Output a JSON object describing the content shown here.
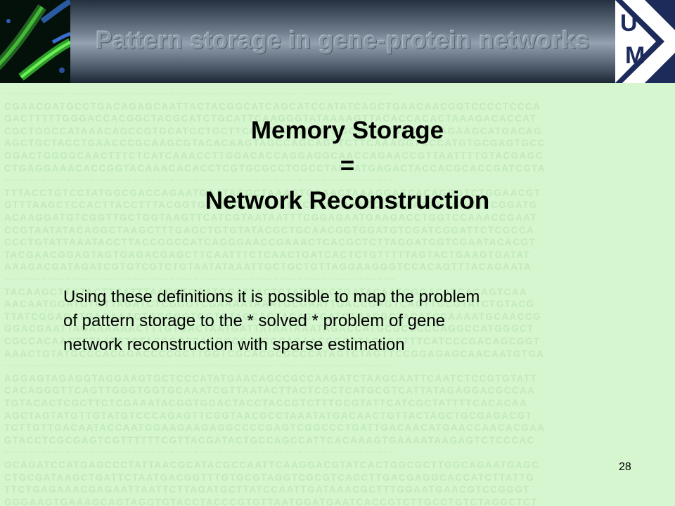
{
  "header": {
    "title": "Pattern storage in gene-protein networks",
    "logo": {
      "top": "U",
      "bottom": "M",
      "colors": {
        "primary": "#1c2b5a"
      }
    }
  },
  "main": {
    "heading_line1": "Memory Storage",
    "heading_line2": "=",
    "heading_line3": "Network Reconstruction",
    "paragraph_lines": [
      "Using these definitions it is possible to map the problem",
      "of pattern storage to the * solved * problem of gene",
      "network reconstruction with sparse estimation"
    ],
    "page_number": "28"
  }
}
